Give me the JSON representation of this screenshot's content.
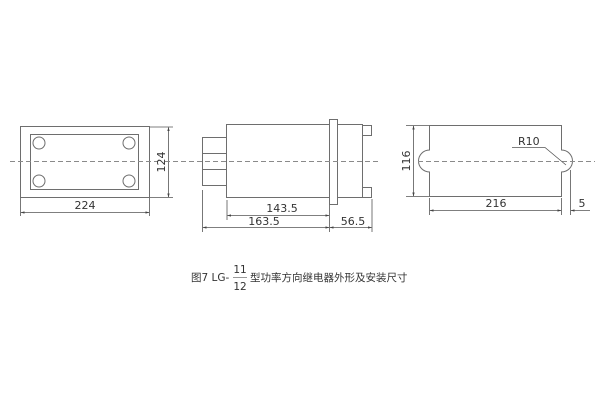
{
  "figure": {
    "caption_prefix": "图7  LG-",
    "caption_fraction_top": "11",
    "caption_fraction_bottom": "12",
    "caption_suffix": "型功率方向继电器外形及安装尺寸"
  },
  "front_view": {
    "width_label": "224",
    "height_label": "124",
    "mounting_holes": 4
  },
  "side_view": {
    "body_length_label": "143.5",
    "total_front_length_label": "163.5",
    "rear_length_label": "56.5"
  },
  "panel_cutout": {
    "height_label": "116",
    "width_label": "216",
    "notch_radius_label": "R10",
    "notch_offset_label": "5"
  },
  "colors": {
    "line": "#6e6e6e",
    "centerline": "#8a8a8a",
    "text": "#333333"
  }
}
